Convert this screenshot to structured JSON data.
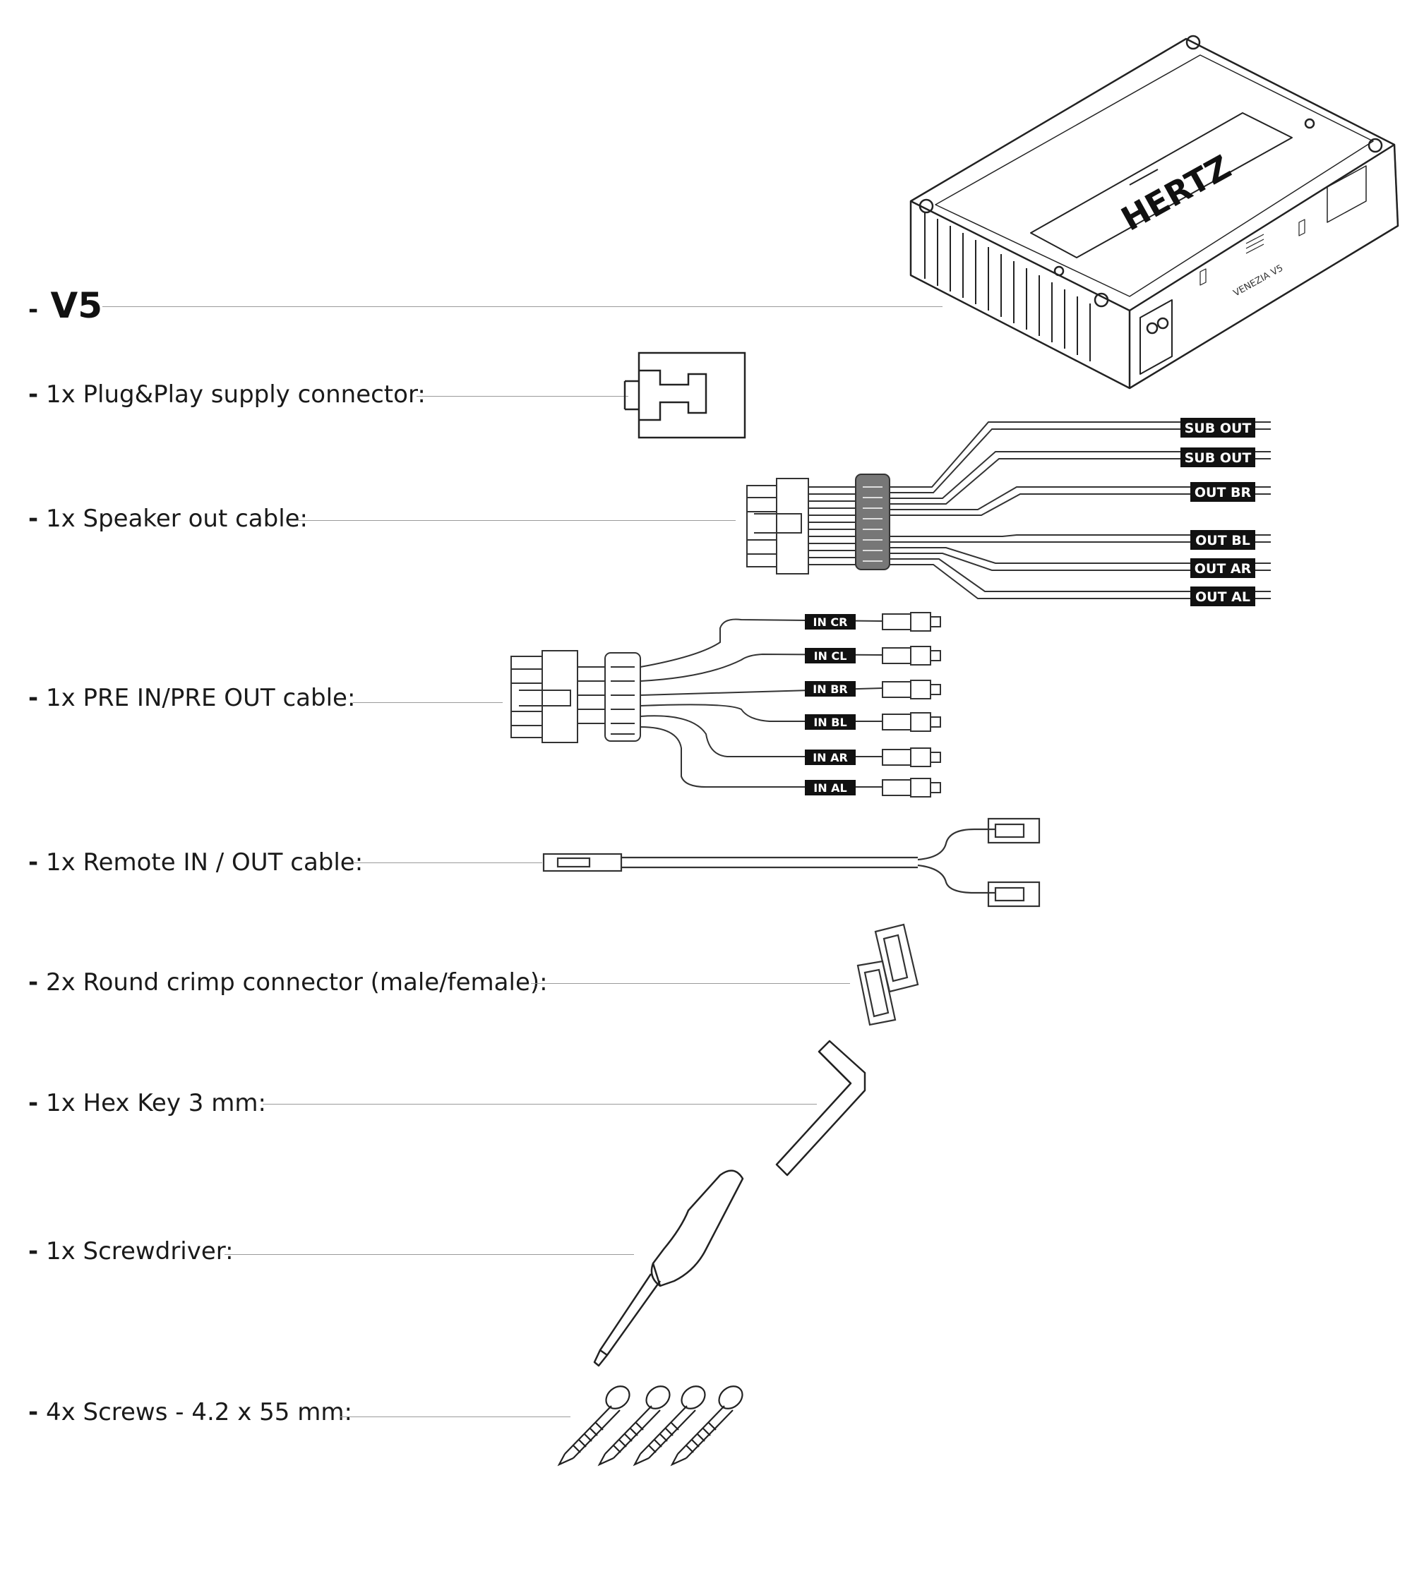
{
  "product": {
    "name": "V5",
    "brand_logo": "HERTZ",
    "model_print": "VENEZIA V5"
  },
  "items": [
    {
      "id": "supply",
      "text": "1x Plug&Play supply connector:"
    },
    {
      "id": "speaker",
      "text": "1x Speaker out cable:"
    },
    {
      "id": "prein",
      "text": "1x PRE IN/PRE OUT cable:"
    },
    {
      "id": "remote",
      "text": "1x Remote IN / OUT cable:"
    },
    {
      "id": "crimp",
      "text": "2x Round crimp connector (male/female):"
    },
    {
      "id": "hex",
      "text": "1x Hex Key 3 mm:"
    },
    {
      "id": "screwdriver",
      "text": "1x Screwdriver:"
    },
    {
      "id": "screws",
      "text": "4x Screws - 4.2 x 55 mm:"
    }
  ],
  "speaker_outputs": [
    "SUB OUT",
    "SUB OUT",
    "OUT BR",
    "OUT BL",
    "OUT AR",
    "OUT AL"
  ],
  "pre_inputs": [
    "IN CR",
    "IN CL",
    "IN BR",
    "IN BL",
    "IN AR",
    "IN AL"
  ],
  "dash": "-"
}
